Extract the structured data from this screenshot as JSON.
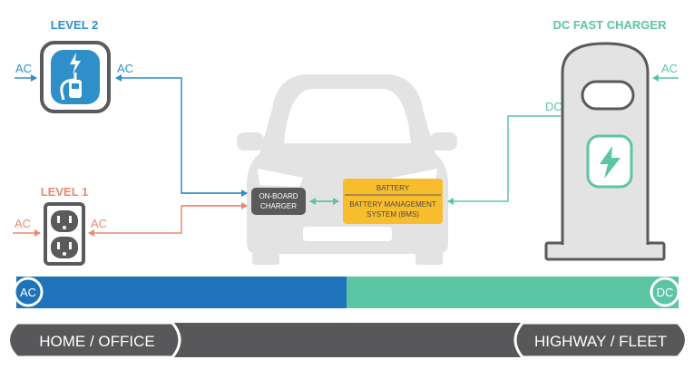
{
  "labels": {
    "level2_title": "LEVEL 2",
    "level1_title": "LEVEL 1",
    "dcfast_title": "DC FAST CHARGER",
    "level2_in": "AC",
    "level2_out": "AC",
    "level1_in": "AC",
    "level1_out": "AC",
    "dcfast_in": "AC",
    "dcfast_out": "DC",
    "onboard_line1": "ON-BOARD",
    "onboard_line2": "CHARGER",
    "battery": "BATTERY",
    "bms_line1": "BATTERY MANAGEMENT",
    "bms_line2": "SYSTEM (BMS)",
    "bar_ac": "AC",
    "bar_dc": "DC",
    "home_office": "HOME / OFFICE",
    "highway_fleet": "HIGHWAY / FLEET"
  },
  "colors": {
    "level2_blue": "#2e8fc9",
    "level1_salmon": "#e98a72",
    "dc_green": "#5cc5a4",
    "car_gray": "#e3e3e3",
    "dark_gray": "#5a5a5c",
    "battery_yellow": "#f7bd2c",
    "ac_bar_blue": "#1f73bb",
    "dc_bar_green": "#5cc5a4",
    "bottom_bar": "#58585a"
  },
  "icons": {
    "level2_charger": "ev-wallbox-charger-icon",
    "level1_outlet": "wall-outlet-icon",
    "dc_station": "dc-charging-station-icon",
    "lightning": "lightning-bolt-icon",
    "car": "car-front-icon"
  }
}
